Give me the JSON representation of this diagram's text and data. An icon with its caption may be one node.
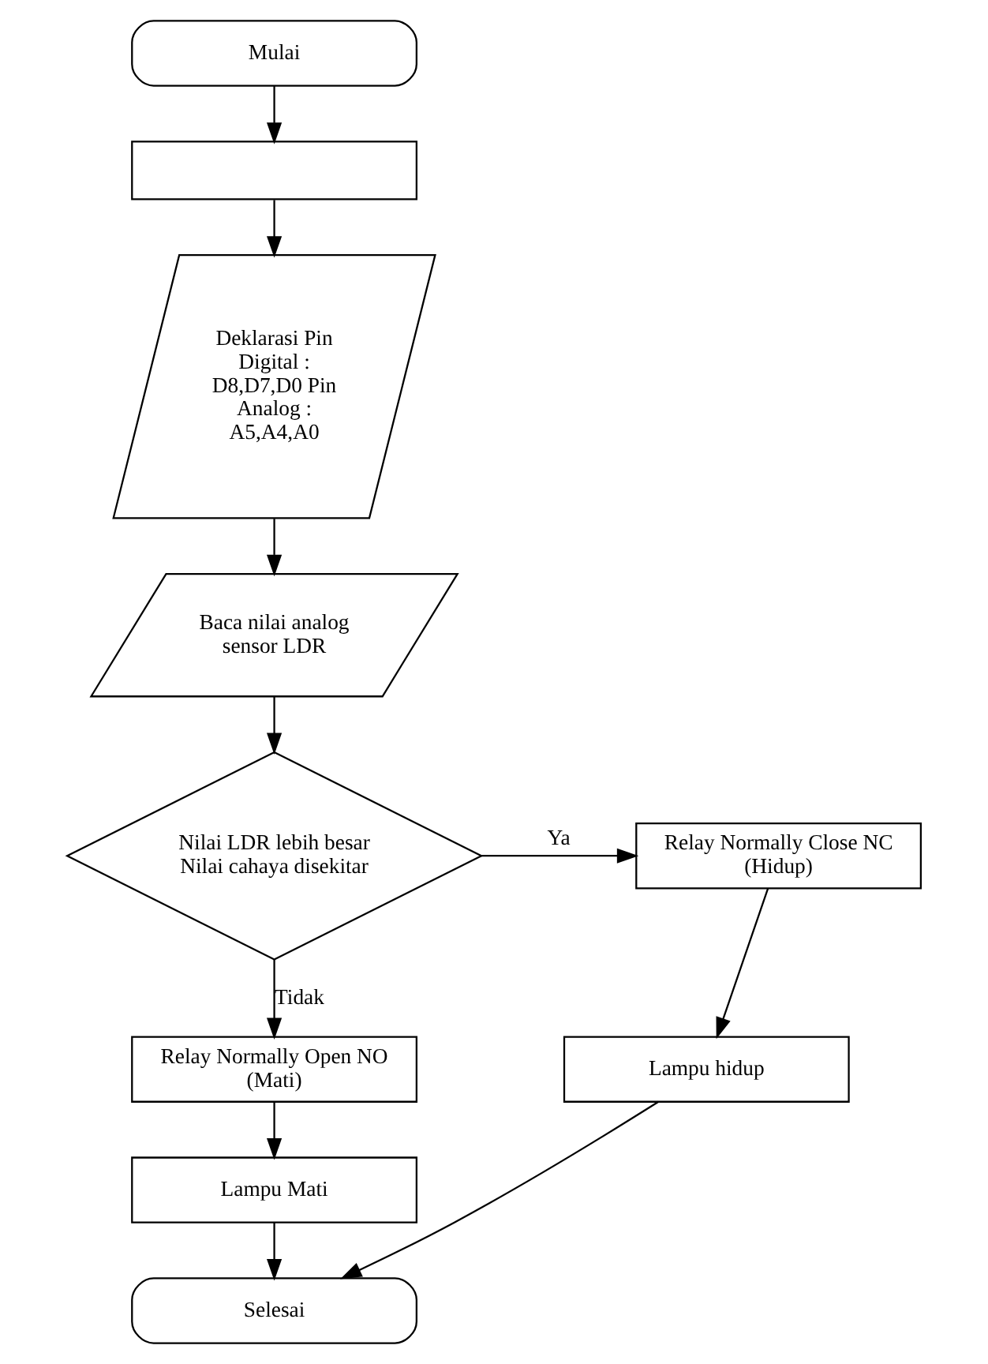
{
  "diagram": {
    "nodes": [
      {
        "text": [
          "Mulai"
        ]
      },
      {
        "text": [],
        "shape": "box"
      },
      {
        "text": [
          "Deklarasi Pin Digital : D8,D7,D0 Pin Analog : A5,A4,A0"
        ]
      },
      {
        "text": [
          "Baca nilai analog sensor LDR"
        ]
      },
      {
        "text": [
          "Nilai LDR lebih besar Nilai cahaya disekitar"
        ]
      },
      {
        "text": [
          "Relay Normally Close NC (Hidup)"
        ]
      },
      {
        "text": [
          "Lampu hidup"
        ]
      },
      {
        "text": [
          "Relay Normally Open NO (Mati)"
        ]
      },
      {
        "text": [
          "Lampu Mati"
        ]
      },
      {
        "text": [
          "Selesai"
        ]
      }
    ],
    "edges": [
      {
        "from": 0,
        "to": 1,
        "arrow": "to"
      },
      {
        "from": 1,
        "to": 2,
        "arrow": "to"
      },
      {
        "from": 2,
        "to": 3,
        "arrow": "to"
      },
      {
        "from": 3,
        "to": 4,
        "arrow": "to"
      },
      {
        "from": 4,
        "to": 5,
        "arrow": "to",
        "label": "Ya"
      },
      {
        "from": 5,
        "to": 6,
        "arrow": "to"
      },
      {
        "from": 4,
        "to": 7,
        "arrow": "to",
        "label": "Tidak"
      },
      {
        "from": 7,
        "to": 8,
        "arrow": "to"
      },
      {
        "from": 8,
        "to": 9,
        "arrow": "to"
      },
      {
        "from": 6,
        "to": 9,
        "arrow": "to"
      }
    ]
  }
}
